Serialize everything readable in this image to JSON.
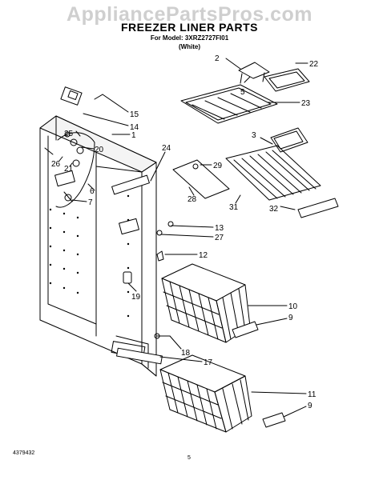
{
  "watermark": "AppliancePartsPros.com",
  "title": "FREEZER LINER PARTS",
  "model_line": "For Model: 3XRZ2727FI01",
  "color_line": "(White)",
  "footer_code": "4379432",
  "page_number": "5",
  "callouts": [
    "2",
    "22",
    "5",
    "23",
    "15",
    "14",
    "25",
    "1",
    "20",
    "24",
    "26",
    "21",
    "29",
    "3",
    "6",
    "7",
    "28",
    "31",
    "32",
    "13",
    "27",
    "12",
    "19",
    "10",
    "9",
    "18",
    "17",
    "11",
    "9"
  ],
  "colors": {
    "watermark": "#cfcfcf",
    "line": "#000000"
  }
}
